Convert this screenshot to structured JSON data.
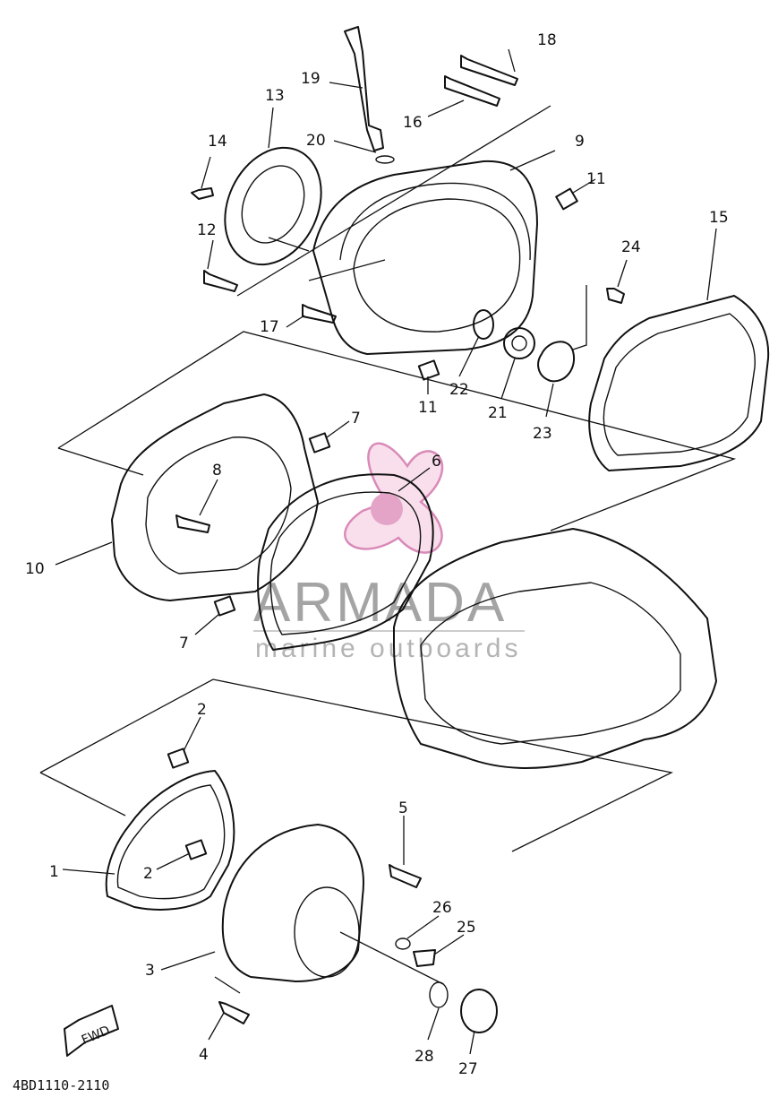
{
  "diagram": {
    "reference_code": "4BD1110-2110",
    "direction_tag": "FWD",
    "watermark": {
      "brand": "ARMADA",
      "tagline": "marine outboards",
      "logo_color": "#e3a4c8"
    },
    "callouts": [
      {
        "id": "c1",
        "label": "1"
      },
      {
        "id": "c2a",
        "label": "2"
      },
      {
        "id": "c2b",
        "label": "2"
      },
      {
        "id": "c3",
        "label": "3"
      },
      {
        "id": "c4",
        "label": "4"
      },
      {
        "id": "c5",
        "label": "5"
      },
      {
        "id": "c6",
        "label": "6"
      },
      {
        "id": "c7a",
        "label": "7"
      },
      {
        "id": "c7b",
        "label": "7"
      },
      {
        "id": "c8",
        "label": "8"
      },
      {
        "id": "c9",
        "label": "9"
      },
      {
        "id": "c10",
        "label": "10"
      },
      {
        "id": "c11a",
        "label": "11"
      },
      {
        "id": "c11b",
        "label": "11"
      },
      {
        "id": "c12",
        "label": "12"
      },
      {
        "id": "c13",
        "label": "13"
      },
      {
        "id": "c14",
        "label": "14"
      },
      {
        "id": "c15",
        "label": "15"
      },
      {
        "id": "c16",
        "label": "16"
      },
      {
        "id": "c17",
        "label": "17"
      },
      {
        "id": "c18",
        "label": "18"
      },
      {
        "id": "c19",
        "label": "19"
      },
      {
        "id": "c20",
        "label": "20"
      },
      {
        "id": "c21",
        "label": "21"
      },
      {
        "id": "c22",
        "label": "22"
      },
      {
        "id": "c23",
        "label": "23"
      },
      {
        "id": "c24",
        "label": "24"
      },
      {
        "id": "c25",
        "label": "25"
      },
      {
        "id": "c26",
        "label": "26"
      },
      {
        "id": "c27",
        "label": "27"
      },
      {
        "id": "c28",
        "label": "28"
      }
    ]
  }
}
